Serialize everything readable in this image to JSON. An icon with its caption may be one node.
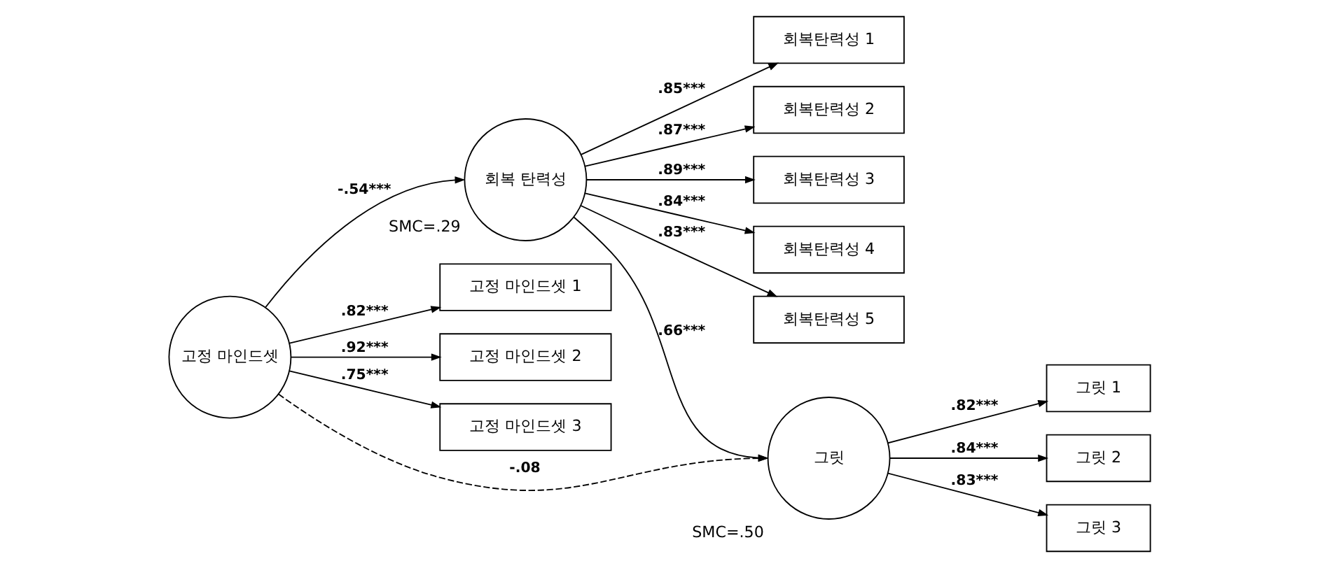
{
  "diagram": {
    "nodes": [
      {
        "text": [
          "회복탄력성 1"
        ]
      },
      {
        "text": [
          "회복탄력성 2"
        ]
      },
      {
        "text": [
          "회복탄력성 3"
        ]
      },
      {
        "text": [
          "회복탄력성 4"
        ]
      },
      {
        "text": [
          "회복탄력성 5"
        ]
      },
      {
        "text": [
          "회복 탄력성"
        ],
        "beside": [
          "SMC=.29"
        ]
      },
      {
        "text": [
          "고정 마인드셋 1"
        ]
      },
      {
        "text": [
          "고정 마인드셋 2"
        ]
      },
      {
        "text": [
          "고정 마인드셋 3"
        ]
      },
      {
        "text": [
          "고정 마인드셋"
        ]
      },
      {
        "text": [
          "그릿"
        ],
        "beside": [
          "SMC=.50"
        ]
      },
      {
        "text": [
          "그릿 1"
        ]
      },
      {
        "text": [
          "그릿 2"
        ]
      },
      {
        "text": [
          "그릿 3"
        ]
      }
    ],
    "edges": [
      {
        "from": 5,
        "to": 0,
        "arrow": "to",
        "label": ".85***"
      },
      {
        "from": 5,
        "to": 1,
        "arrow": "to",
        "label": ".87***"
      },
      {
        "from": 5,
        "to": 2,
        "arrow": "to",
        "label": ".89***"
      },
      {
        "from": 5,
        "to": 3,
        "arrow": "to",
        "label": ".84***"
      },
      {
        "from": 5,
        "to": 4,
        "arrow": "to",
        "label": ".83***"
      },
      {
        "from": 9,
        "to": 6,
        "arrow": "to",
        "label": ".82***"
      },
      {
        "from": 9,
        "to": 7,
        "arrow": "to",
        "label": ".92***"
      },
      {
        "from": 9,
        "to": 8,
        "arrow": "to",
        "label": ".75***"
      },
      {
        "from": 9,
        "to": 5,
        "arrow": "to",
        "label": "-.54***"
      },
      {
        "from": 5,
        "to": 10,
        "arrow": "to",
        "label": ".66***"
      },
      {
        "from": 9,
        "to": 10,
        "arrow": "to",
        "label": "-.08",
        "style": "dashed"
      },
      {
        "from": 10,
        "to": 11,
        "arrow": "to",
        "label": ".82***"
      },
      {
        "from": 10,
        "to": 12,
        "arrow": "to",
        "label": ".84***"
      },
      {
        "from": 10,
        "to": 13,
        "arrow": "to",
        "label": ".83***"
      }
    ]
  }
}
